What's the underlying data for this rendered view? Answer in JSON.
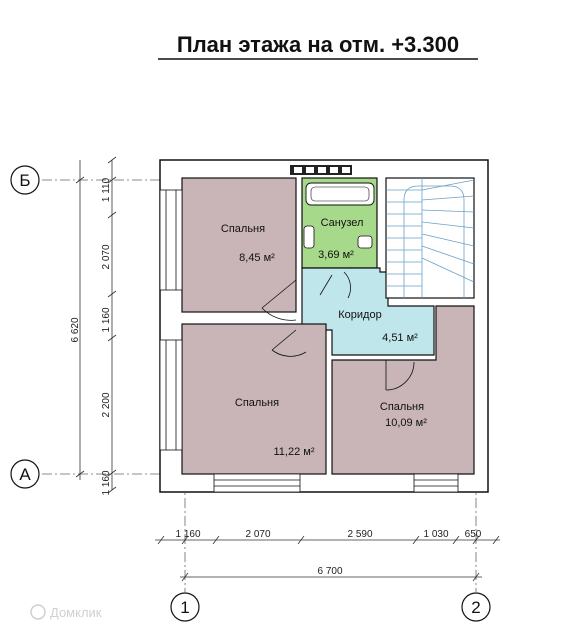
{
  "title": "План этажа на отм. +3.300",
  "axes": {
    "rows": [
      "Б",
      "А"
    ],
    "cols": [
      "1",
      "2"
    ]
  },
  "dimensions": {
    "left_total": "6 620",
    "left_parts": [
      "1 110",
      "2 070",
      "1 160",
      "2 200",
      "1 160"
    ],
    "bottom_parts": [
      "1 160",
      "2 070",
      "2 590",
      "1 030",
      "650"
    ],
    "bottom_total": "6 700"
  },
  "rooms": [
    {
      "name": "Спальня",
      "area": "8,45 м²"
    },
    {
      "name": "Санузел",
      "area": "3,69 м²"
    },
    {
      "name": "Коридор",
      "area": "4,51 м²"
    },
    {
      "name": "Спальня",
      "area": "11,22 м²"
    },
    {
      "name": "Спальня",
      "area": "10,09 м²"
    }
  ],
  "watermark": "Домклик",
  "colors": {
    "bedroom": "#c9b4b8",
    "bathroom": "#a7d98a",
    "corridor": "#bfe6ea",
    "wall": "#111111"
  }
}
